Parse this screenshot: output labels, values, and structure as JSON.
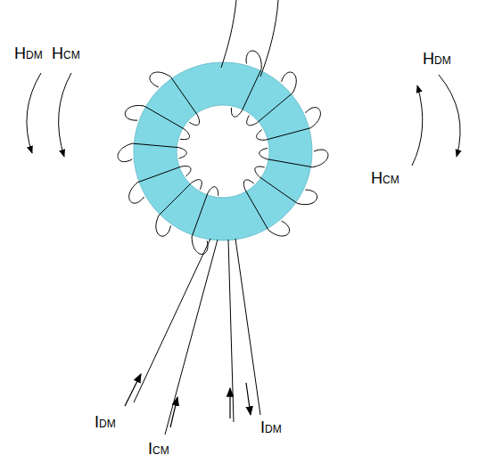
{
  "diagram": {
    "labels": [
      "HDM",
      "HCM",
      "HDM",
      "HCM",
      "IDM",
      "ICM",
      "IDM"
    ]
  }
}
